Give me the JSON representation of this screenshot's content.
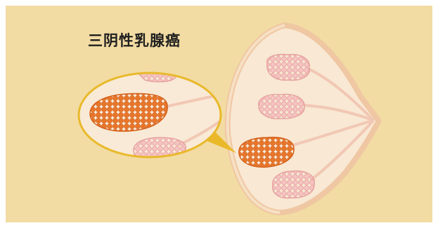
{
  "title": "三阴性乳腺癌",
  "colors": {
    "background": "#f2dca3",
    "breast_tissue": "#f8e8d4",
    "breast_outline": "#f0c7a3",
    "normal_lobule": "#f3b8b6",
    "tumor": "#e6772b",
    "zoom_border": "#e9b92b"
  },
  "icons": {
    "breast": "breast-cross-section-illustration",
    "tumor": "tumor-cluster",
    "lobule": "lobule-cluster",
    "magnifier": "zoom-callout"
  }
}
